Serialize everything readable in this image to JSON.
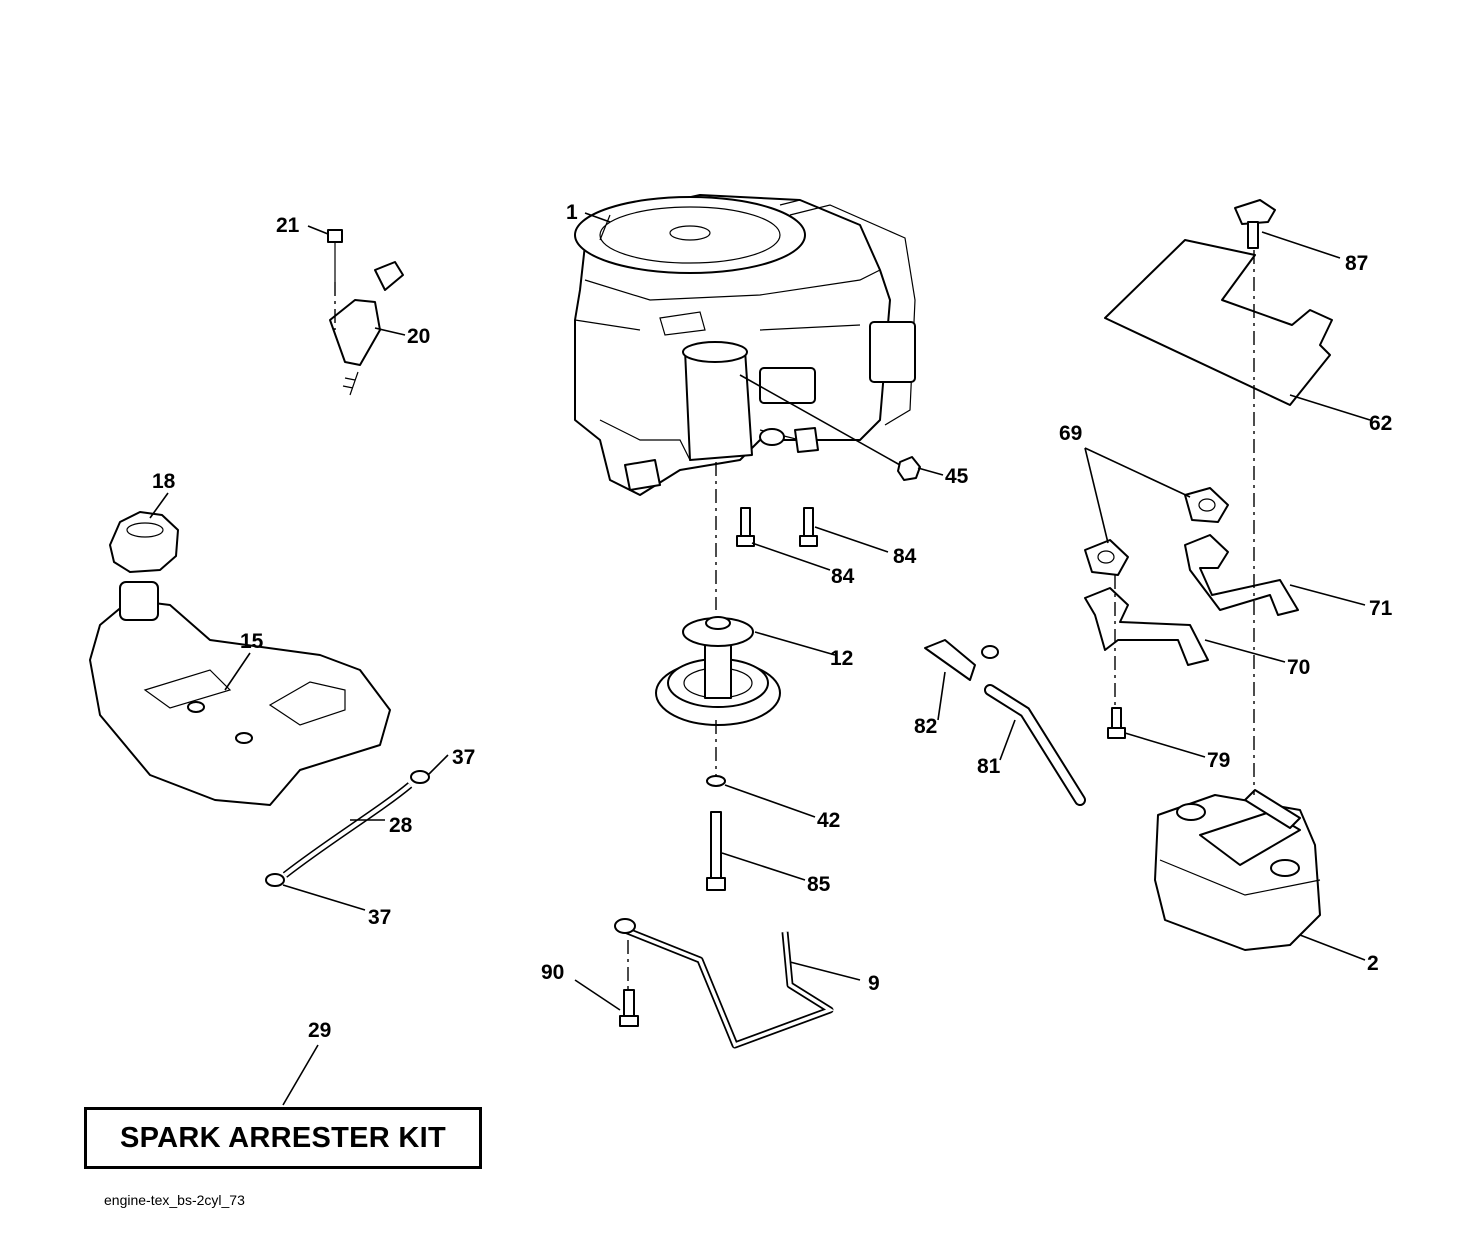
{
  "callouts": {
    "c1": "1",
    "c2": "2",
    "c9": "9",
    "c12": "12",
    "c15": "15",
    "c18": "18",
    "c20": "20",
    "c21": "21",
    "c28": "28",
    "c29": "29",
    "c37a": "37",
    "c37b": "37",
    "c42": "42",
    "c45": "45",
    "c62": "62",
    "c69": "69",
    "c70": "70",
    "c71": "71",
    "c79": "79",
    "c81": "81",
    "c82": "82",
    "c84a": "84",
    "c84b": "84",
    "c85": "85",
    "c87": "87",
    "c90": "90"
  },
  "kit_label": "SPARK ARRESTER KIT",
  "footer_code": "engine-tex_bs-2cyl_73"
}
